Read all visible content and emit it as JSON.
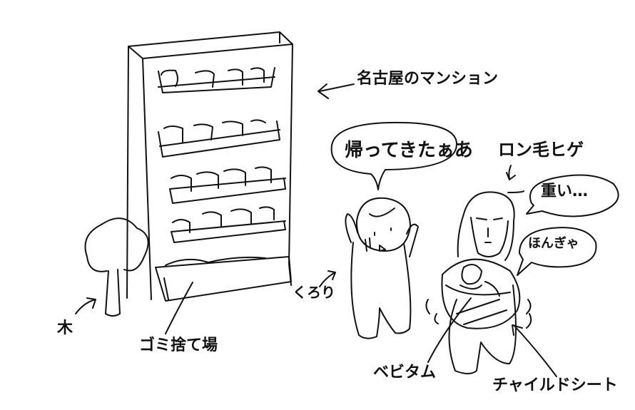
{
  "labels": {
    "mansion": "名古屋のマンション",
    "speech_kurori": "帰ってきたぁあ",
    "longhair": "ロン毛ヒゲ",
    "speech_heavy": "重い…",
    "speech_baby": "ほんぎゃ",
    "kurori": "くろり",
    "tree": "木",
    "garbage": "ゴミ捨て場",
    "baby": "ベビタム",
    "childseat": "チャイルドシート"
  }
}
